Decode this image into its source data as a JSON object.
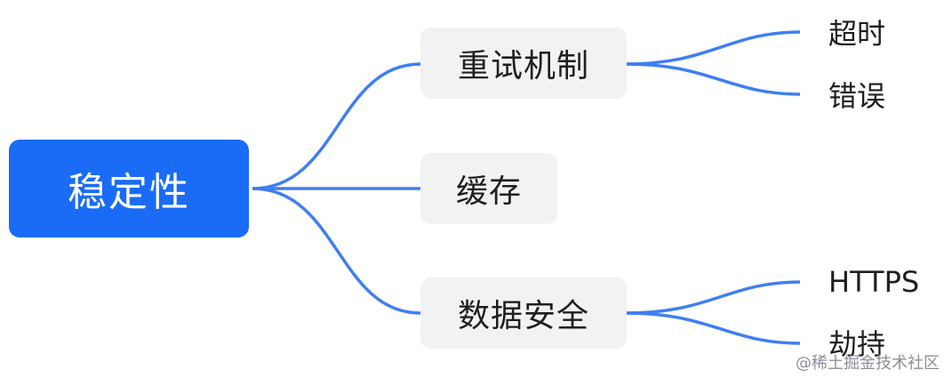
{
  "diagram": {
    "root": {
      "label": "稳定性"
    },
    "branches": [
      {
        "label": "重试机制",
        "children": [
          "超时",
          "错误"
        ]
      },
      {
        "label": "缓存",
        "children": []
      },
      {
        "label": "数据安全",
        "children": [
          "HTTPS",
          "劫持"
        ]
      }
    ]
  },
  "colors": {
    "root_fill": "#1a6cf6",
    "connector": "#3f7ff0",
    "branch_fill": "#f1f2f4"
  },
  "watermark": "@稀土掘金技术社区"
}
